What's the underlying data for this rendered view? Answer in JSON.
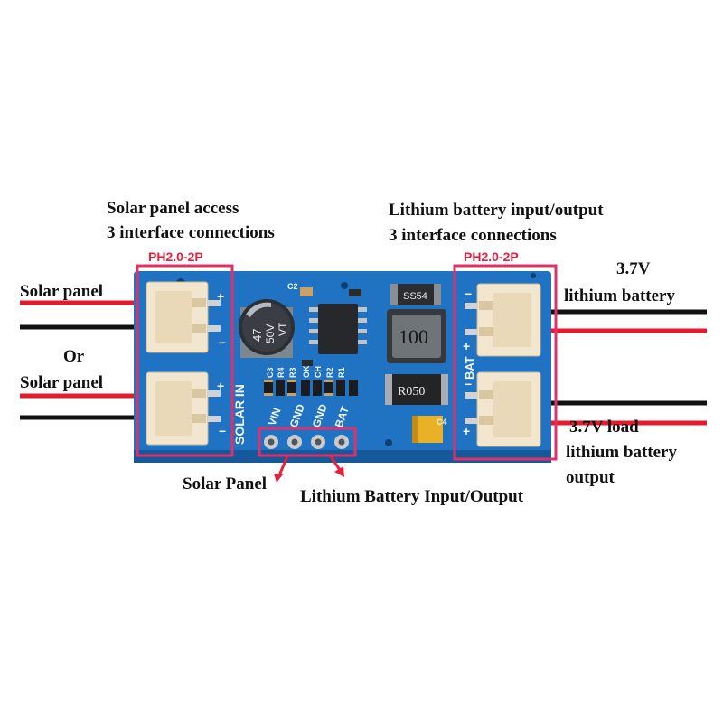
{
  "labels": {
    "solar_access_line1": "Solar panel access",
    "solar_access_line2": "3 interface connections",
    "battery_io_line1": "Lithium battery input/output",
    "battery_io_line2": "3 interface connections",
    "connector_left": "PH2.0-2P",
    "connector_right": "PH2.0-2P",
    "solar_panel_top": "Solar panel",
    "or": "Or",
    "solar_panel_bottom": "Solar panel",
    "battery_voltage": "3.7V",
    "battery_name": "lithium battery",
    "load_line1": "3.7V load",
    "load_line2": "lithium battery",
    "load_line3": "output",
    "header_solar": "Solar Panel",
    "header_battery": "Lithium Battery Input/Output"
  },
  "silkscreen": {
    "solar_in": "SOLAR IN",
    "bat": "BAT",
    "pin_vin": "VIN",
    "pin_gnd1": "GND",
    "pin_gnd2": "GND",
    "pin_bat": "BAT",
    "plus": "+",
    "minus": "−",
    "c2": "C2",
    "c3": "C3",
    "c4": "C4",
    "r_labels": [
      "R4",
      "R3",
      "OK",
      "CH",
      "R2",
      "R1"
    ]
  },
  "components": {
    "capacitor_line1": "47",
    "capacitor_line2": "50V",
    "capacitor_line3": "VT",
    "inductor": "100",
    "resistor": "R050",
    "diode": "SS54"
  },
  "colors": {
    "pcb": "#1f73c2",
    "highlight": "#e0306a",
    "wire_red": "#e51b2b",
    "wire_black": "#111111",
    "arrow": "#e8203f"
  }
}
